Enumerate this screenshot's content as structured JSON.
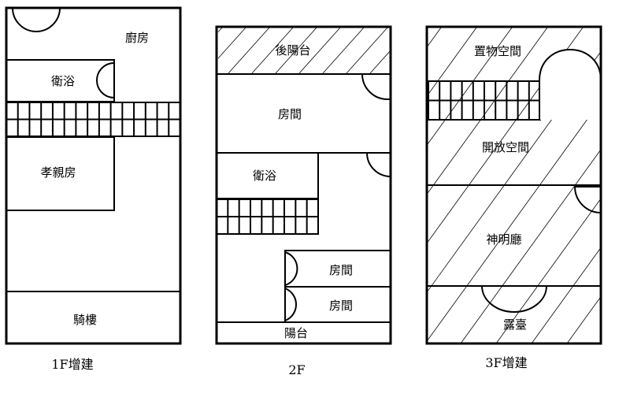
{
  "floor1": {
    "caption": "1F增建",
    "rooms": {
      "kitchen": "廚房",
      "bathroom": "衛浴",
      "parents_room": "孝親房",
      "arcade": "騎樓"
    }
  },
  "floor2": {
    "caption": "2F",
    "rooms": {
      "rear_balcony": "後陽台",
      "bedroom_main": "房間",
      "bathroom": "衛浴",
      "bedroom_a": "房間",
      "bedroom_b": "房間",
      "balcony": "陽台"
    }
  },
  "floor3": {
    "caption": "3F增建",
    "rooms": {
      "storage": "置物空間",
      "open_space": "開放空間",
      "shrine_hall": "神明廳",
      "terrace": "露臺"
    }
  }
}
